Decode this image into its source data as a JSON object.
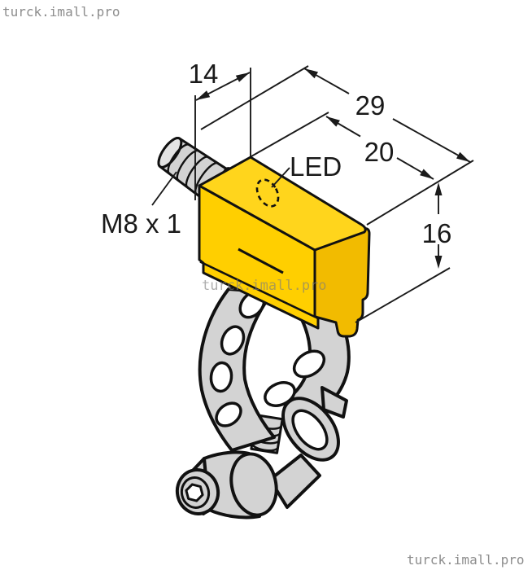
{
  "watermark": {
    "text": "turck.imall.pro"
  },
  "labels": {
    "led": "LED",
    "thread_spec": "M8 x 1"
  },
  "dimensions": {
    "thread_length": "14",
    "body_length": "29",
    "top_face_length": "20",
    "body_height": "16"
  },
  "colors": {
    "body_front": "#FFCF00",
    "body_top": "#FFD51C",
    "body_side": "#F2BB00",
    "metal_gray": "#d3d3d3",
    "metal_light": "#e3e3e3",
    "hole_white": "#ffffff",
    "line_black": "#111111"
  }
}
